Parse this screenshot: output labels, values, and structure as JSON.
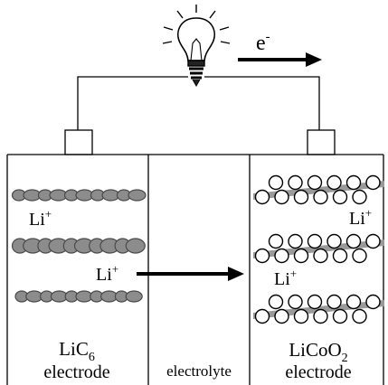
{
  "electron": {
    "base": "e",
    "sup": "-"
  },
  "left": {
    "ion_a": {
      "base": "Li",
      "sup": "+"
    },
    "ion_b": {
      "base": "Li",
      "sup": "+"
    },
    "formula": {
      "base": "LiC",
      "sub": "6"
    },
    "role": "electrode"
  },
  "middle": {
    "label": "electrolyte"
  },
  "right": {
    "ion_a": {
      "base": "Li",
      "sup": "+"
    },
    "ion_b": {
      "base": "Li",
      "sup": "+"
    },
    "formula": {
      "base": "LiCoO",
      "sub": "2"
    },
    "role": "electrode"
  },
  "colors": {
    "line": "#000000",
    "graphite_fill": "#8c8c8c",
    "graphite_stroke": "#4a4a4a",
    "oxide_band": "#9a9a9a",
    "circle_fill": "#ffffff"
  },
  "icons": {
    "source": "light-bulb-icon",
    "flow": "arrow-right-icon"
  }
}
